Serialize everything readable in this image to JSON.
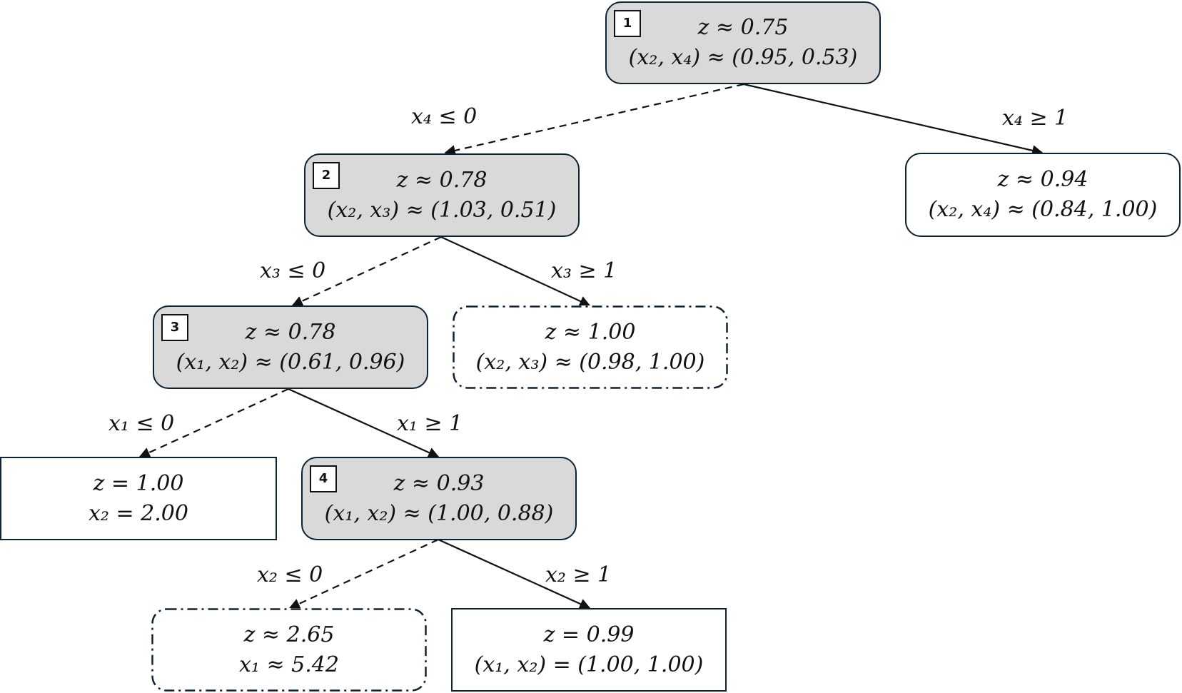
{
  "nodes": {
    "n1": {
      "number": "1",
      "line1": "z ≈ 0.75",
      "line2": "(x₂, x₄) ≈ (0.95, 0.53)"
    },
    "n2": {
      "number": "2",
      "line1": "z ≈ 0.78",
      "line2": "(x₂, x₃) ≈ (1.03, 0.51)"
    },
    "n3": {
      "number": "3",
      "line1": "z ≈ 0.78",
      "line2": "(x₁, x₂) ≈ (0.61, 0.96)"
    },
    "n4": {
      "number": "4",
      "line1": "z ≈ 0.93",
      "line2": "(x₁, x₂) ≈ (1.00, 0.88)"
    },
    "right_top": {
      "line1": "z ≈ 0.94",
      "line2": "(x₂, x₄) ≈ (0.84, 1.00)"
    },
    "x3_up": {
      "line1": "z ≈ 1.00",
      "line2": "(x₂, x₃) ≈ (0.98, 1.00)"
    },
    "x1_down": {
      "line1": "z = 1.00",
      "line2": "x₂ = 2.00"
    },
    "x2_down": {
      "line1": "z ≈ 2.65",
      "line2": "x₁ ≈ 5.42"
    },
    "x2_up": {
      "line1": "z = 0.99",
      "line2": "(x₁, x₂) = (1.00, 1.00)"
    }
  },
  "edges": {
    "x4_down": "x₄ ≤ 0",
    "x4_up": "x₄ ≥ 1",
    "x3_down": "x₃ ≤ 0",
    "x3_up": "x₃ ≥ 1",
    "x1_down": "x₁ ≤ 0",
    "x1_up": "x₁ ≥ 1",
    "x2_down": "x₂ ≤ 0",
    "x2_up": "x₂ ≥ 1"
  },
  "colors": {
    "branched_fill": "#d9d9d9",
    "border": "#0f2233"
  }
}
